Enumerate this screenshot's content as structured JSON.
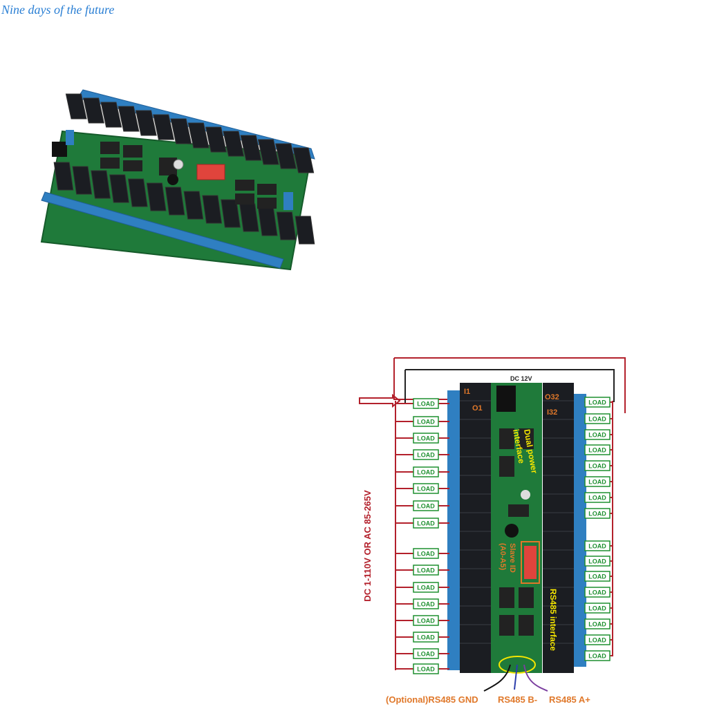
{
  "brand": {
    "text": "Nine days of the future"
  },
  "diagram": {
    "supply_label": "DC 1-110V OR AC 85-265V",
    "dc_label": "DC 12V",
    "i1": "I1",
    "o1": "O1",
    "i32": "O32",
    "o32": "I32",
    "dual_power": "Dual power",
    "interface": "interface",
    "slave_id": "Slave ID",
    "slave_range": "(A0-A5)",
    "rs485_interface": "RS485 interface",
    "load_label": "LOAD",
    "bottom": {
      "gnd": "(Optional)RS485 GND",
      "b": "RS485 B-",
      "a": "RS485 A+"
    }
  },
  "colors": {
    "brand": "#2a7fd4",
    "pcb": "#1f7a3a",
    "terminal": "#2f7fc1",
    "relay": "#1b1d22",
    "wire_red": "#b3202b",
    "load_green": "#1d8f2f",
    "annotation_orange": "#e0782a",
    "annotation_yellow": "#f5e600"
  }
}
